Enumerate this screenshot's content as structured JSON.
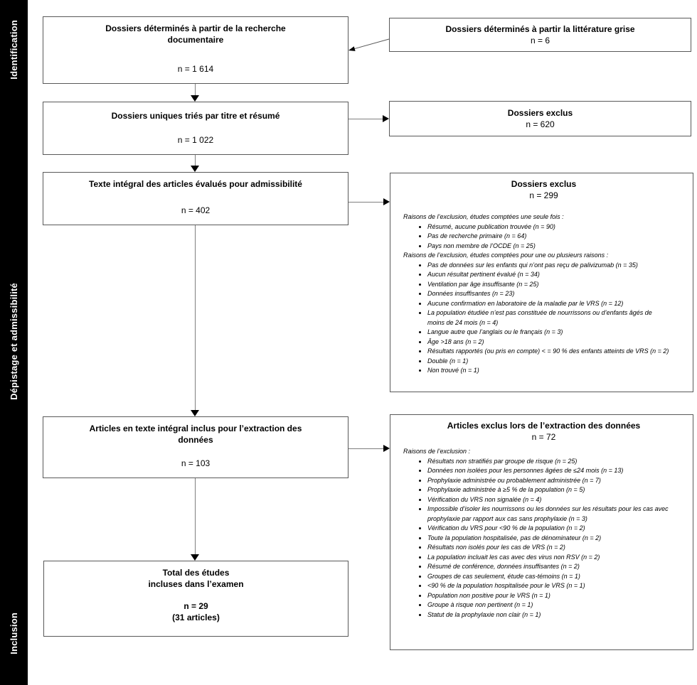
{
  "colors": {
    "sidebar_bg": "#000000",
    "sidebar_text": "#ffffff",
    "box_border": "#595959",
    "connector_line": "#7f7f7f",
    "arrowhead": "#000000",
    "background": "#ffffff"
  },
  "sidebar": {
    "identification": "Identification",
    "screening": "Dépistage et admissibilité",
    "inclusion": "Inclusion"
  },
  "boxes": {
    "search": {
      "title_lines": [
        "Dossiers déterminés à partir de la recherche",
        "documentaire"
      ],
      "n": "n = 1 614"
    },
    "grey_literature": {
      "title": "Dossiers déterminés à partir la littérature grise",
      "n": "n = 6"
    },
    "unique": {
      "title": "Dossiers uniques triés par titre et résumé",
      "n": "n = 1 022"
    },
    "excluded_records": {
      "title": "Dossiers exclus",
      "n": "n = 620"
    },
    "fulltext": {
      "title": "Texte intégral des articles évalués pour admissibilité",
      "n": "n = 402"
    },
    "excluded_fulltext": {
      "title": "Dossiers exclus",
      "n": "n = 299",
      "sections": [
        {
          "heading": "Raisons de l’exclusion, études comptées une seule fois :",
          "items": [
            "Résumé, aucune publication trouvée (n = 90)",
            "Pas de recherche primaire (n = 64)",
            "Pays non membre de l’OCDE (n = 25)"
          ]
        },
        {
          "heading": "Raisons de l’exclusion, études comptées pour une ou plusieurs raisons :",
          "items": [
            "Pas de données sur les enfants qui n’ont pas reçu de palivizumab (n = 35)",
            "Aucun résultat pertinent évalué (n = 34)",
            "Ventilation par âge insuffisante (n = 25)",
            "Données insuffisantes (n = 23)",
            "Aucune confirmation en laboratoire de la maladie par le VRS (n = 12)",
            "La population étudiée n’est pas constituée de nourrissons ou d’enfants âgés de moins de 24 mois (n = 4)",
            "Langue autre que l’anglais ou le français (n = 3)",
            "Âge >18 ans (n = 2)",
            "Résultats rapportés (ou pris en compte) < = 90 % des enfants atteints de VRS (n = 2)",
            "Double (n = 1)",
            "Non trouvé (n = 1)"
          ]
        }
      ]
    },
    "extraction": {
      "title_lines": [
        "Articles en texte intégral inclus pour l’extraction des",
        "données"
      ],
      "n": "n = 103"
    },
    "excluded_extraction": {
      "title": "Articles exclus lors de l’extraction des données",
      "n": "n = 72",
      "sections": [
        {
          "heading": "Raisons de l’exclusion :",
          "items": [
            "Résultats non stratifiés par groupe de risque (n = 25)",
            "Données non isolées pour les personnes âgées de ≤24 mois (n = 13)",
            "Prophylaxie administrée ou probablement administrée (n = 7)",
            "Prophylaxie administrée à ≥5 % de la population (n = 5)",
            "Vérification du VRS non signalée (n = 4)",
            "Impossible d’isoler les nourrissons ou les données sur les résultats pour les cas avec prophylaxie par rapport aux cas sans prophylaxie (n = 3)",
            "Vérification du VRS pour <90 % de la population (n = 2)",
            "Toute la population hospitalisée, pas de dénominateur (n = 2)",
            "Résultats non isolés pour les cas de VRS (n = 2)",
            "La population incluait les cas avec des virus non RSV (n = 2)",
            "Résumé de conférence, données insuffisantes (n = 2)",
            "Groupes de cas seulement, étude cas-témoins (n = 1)",
            "<90 % de la population hospitalisée pour le VRS (n = 1)",
            "Population non positive pour le VRS (n = 1)",
            "Groupe à risque non pertinent (n = 1)",
            "Statut de la prophylaxie non clair (n = 1)"
          ]
        }
      ]
    },
    "included": {
      "title_lines": [
        "Total des études",
        "incluses dans l’examen"
      ],
      "n_lines": [
        "n = 29",
        "(31 articles)"
      ]
    }
  }
}
